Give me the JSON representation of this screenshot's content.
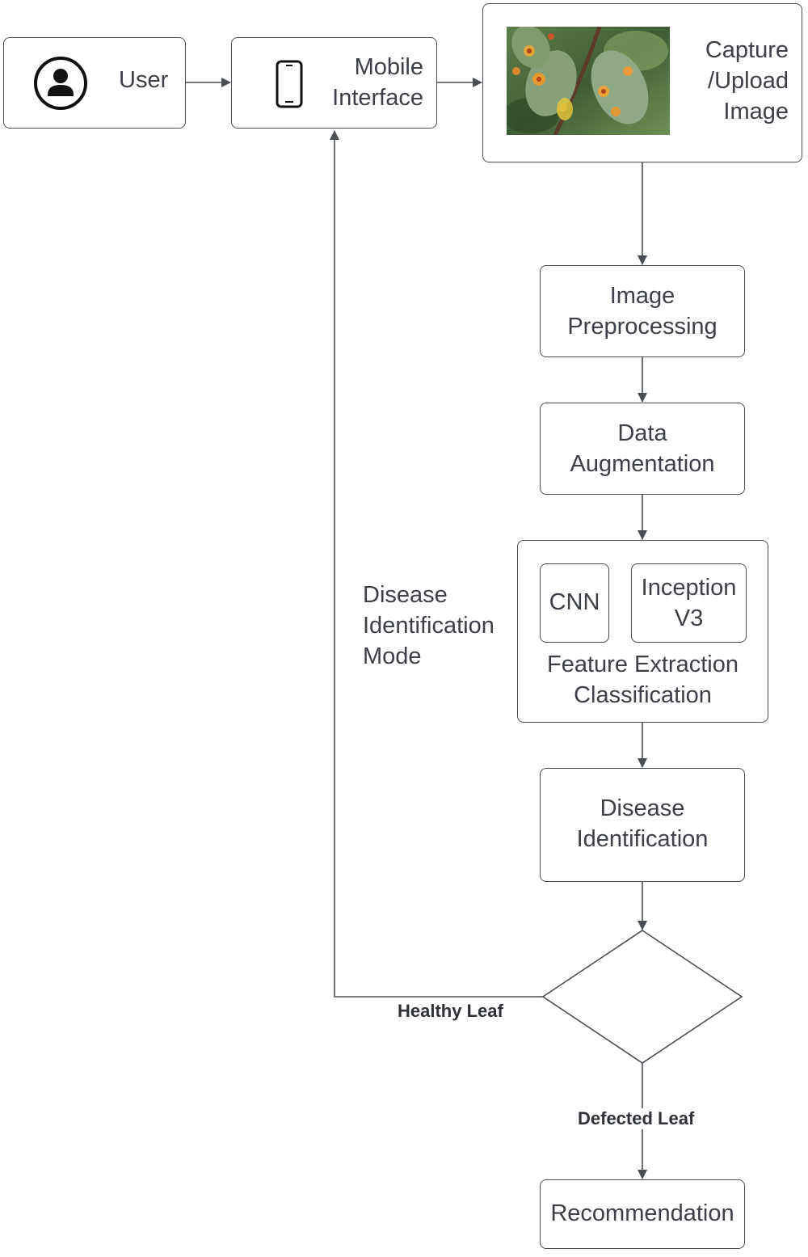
{
  "nodes": {
    "user": {
      "label": "User",
      "icon": "user-icon"
    },
    "mobile": {
      "line1": "Mobile",
      "line2": "Interface",
      "icon": "smartphone-icon"
    },
    "capture": {
      "line1": "Capture",
      "line2": "/Upload",
      "line3": "Image",
      "image": "diseased-leaf-photo"
    },
    "preprocessing": {
      "line1": "Image",
      "line2": "Preprocessing"
    },
    "augmentation": {
      "line1": "Data",
      "line2": "Augmentation"
    },
    "model_group": {
      "cnn": "CNN",
      "inception_line1": "Inception",
      "inception_line2": "V3",
      "line1": "Feature Extraction",
      "line2": "Classification"
    },
    "mode_label": {
      "line1": "Disease",
      "line2": "Identification",
      "line3": "Mode"
    },
    "identification": {
      "line1": "Disease",
      "line2": "Identification"
    },
    "recommendation": {
      "label": "Recommendation"
    }
  },
  "edges": {
    "healthy": "Healthy Leaf",
    "defected": "Defected Leaf"
  },
  "colors": {
    "stroke": "#4a4e55",
    "text": "#3d4047"
  }
}
